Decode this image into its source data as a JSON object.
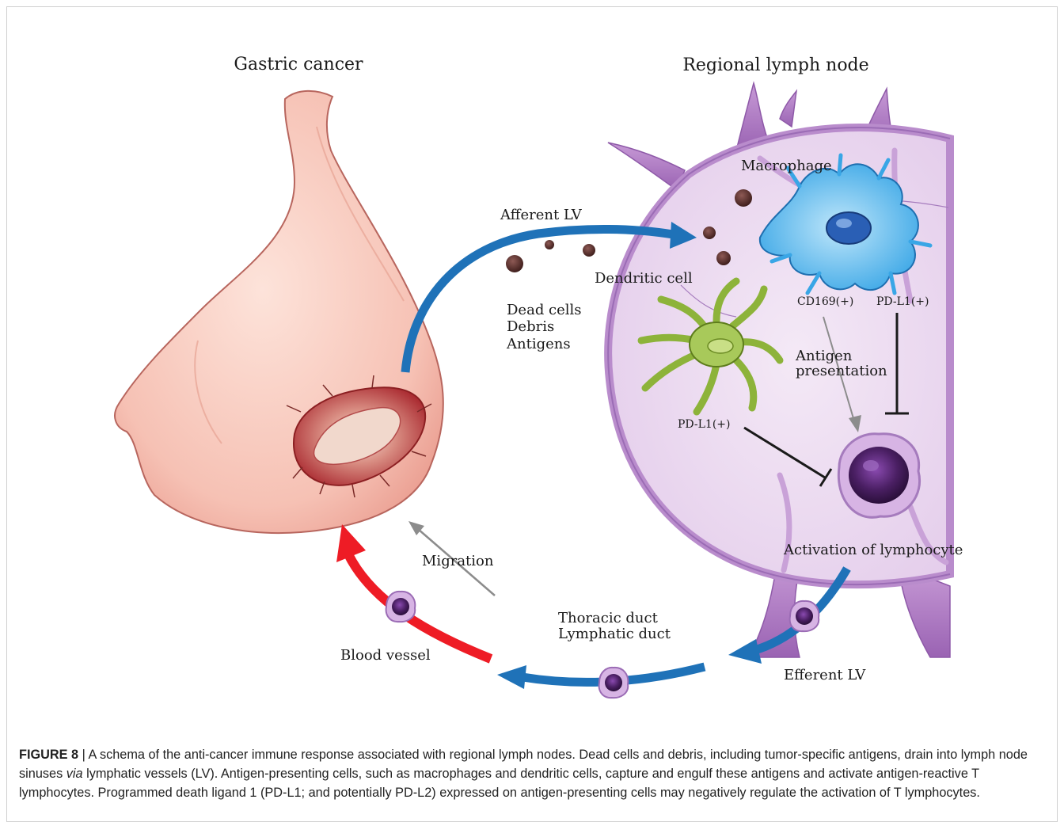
{
  "figure": {
    "title_left": "Gastric cancer",
    "title_right": "Regional lymph node",
    "labels": {
      "afferent_lv": "Afferent LV",
      "dead_cells": "Dead cells",
      "debris": "Debris",
      "antigens": "Antigens",
      "macrophage": "Macrophage",
      "dendritic_cell": "Dendritic cell",
      "cd169": "CD169(+)",
      "pdl1_macrophage": "PD-L1(+)",
      "pdl1_dendritic": "PD-L1(+)",
      "antigen": "Antigen",
      "presentation": "presentation",
      "activation": "Activation of lymphocyte",
      "migration": "Migration",
      "thoracic_duct": "Thoracic duct",
      "lymphatic_duct": "Lymphatic duct",
      "blood_vessel": "Blood vessel",
      "efferent_lv": "Efferent LV"
    },
    "colors": {
      "lymphatic_blue": "#1f72b8",
      "blood_red": "#ee1c25",
      "lymph_node": "#efdff3",
      "lymph_node_border": "#b98ccc",
      "stomach": "#f6c1b4",
      "macrophage": "#39a6e6",
      "dendritic": "#8db33a",
      "lymphocyte": "#4a1f63"
    }
  },
  "caption": {
    "number": "FIGURE 8",
    "separator": " | ",
    "part1": "A schema of the anti-cancer immune response associated with regional lymph nodes. Dead cells and debris, including tumor-specific antigens, drain into lymph node sinuses ",
    "via": "via",
    "part2": " lymphatic vessels (LV). Antigen-presenting cells, such as macrophages and dendritic cells, capture and engulf these antigens and activate antigen-reactive T lymphocytes. Programmed death ligand 1 (PD-L1; and potentially PD-L2) expressed on antigen-presenting cells may negatively regulate the activation of T lymphocytes."
  }
}
